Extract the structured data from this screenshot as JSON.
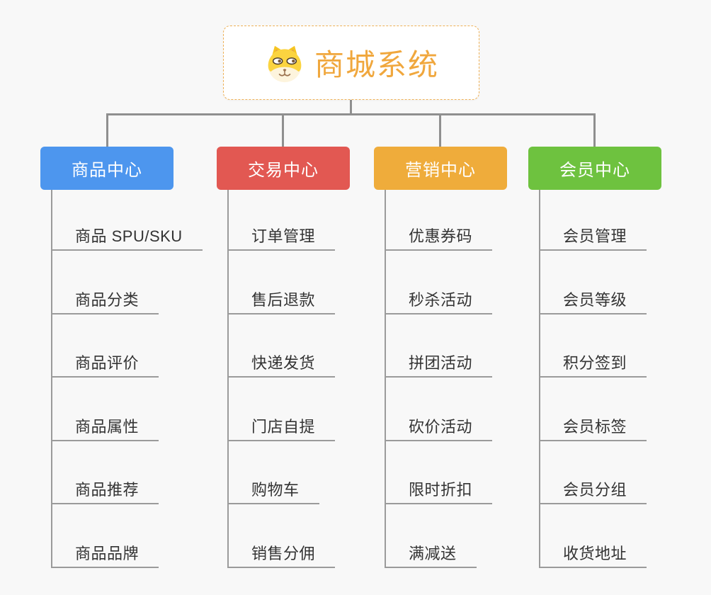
{
  "page": {
    "background": "#f8f8f8"
  },
  "root": {
    "title": "商城系统",
    "title_color": "#f0a73d",
    "border_color": "#eeb157",
    "icon": "dog-face-icon"
  },
  "connectors": {
    "tree_line_color": "#8f8f8f",
    "leaf_line_color": "#9b9b9b"
  },
  "branches": [
    {
      "label": "商品中心",
      "color": "#4d96ee",
      "items": [
        "商品 SPU/SKU",
        "商品分类",
        "商品评价",
        "商品属性",
        "商品推荐",
        "商品品牌"
      ]
    },
    {
      "label": "交易中心",
      "color": "#e25852",
      "items": [
        "订单管理",
        "售后退款",
        "快递发货",
        "门店自提",
        "购物车",
        "销售分佣"
      ]
    },
    {
      "label": "营销中心",
      "color": "#efac3b",
      "items": [
        "优惠券码",
        "秒杀活动",
        "拼团活动",
        "砍价活动",
        "限时折扣",
        "满减送"
      ]
    },
    {
      "label": "会员中心",
      "color": "#6ec23f",
      "items": [
        "会员管理",
        "会员等级",
        "积分签到",
        "会员标签",
        "会员分组",
        "收货地址"
      ]
    }
  ]
}
